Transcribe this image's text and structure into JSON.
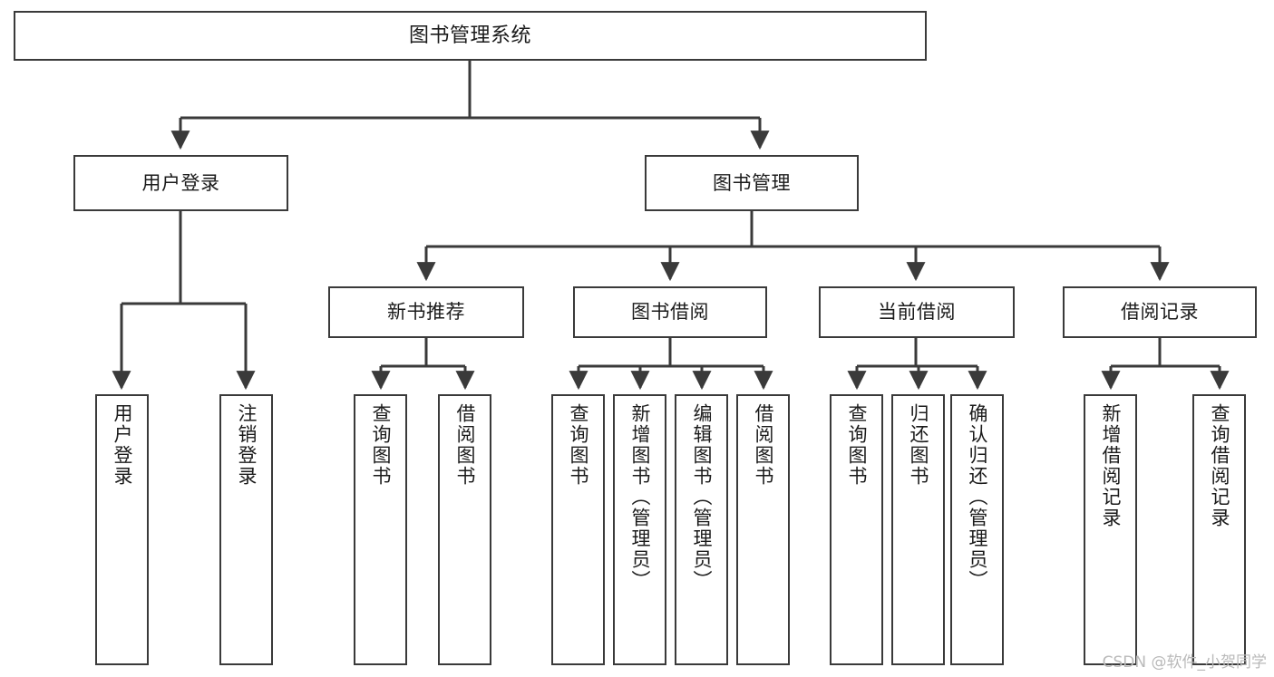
{
  "diagram": {
    "title": "图书管理系统",
    "type": "tree",
    "watermark": "CSDN @软件_小贺同学",
    "colors": {
      "border": "#3a3a3a",
      "background": "#ffffff",
      "text": "#1b1b1b",
      "watermark": "#b9b9b9"
    },
    "root": {
      "label": "图书管理系统"
    },
    "level2": [
      {
        "label": "用户登录"
      },
      {
        "label": "图书管理"
      }
    ],
    "level3": [
      {
        "label": "新书推荐"
      },
      {
        "label": "图书借阅"
      },
      {
        "label": "当前借阅"
      },
      {
        "label": "借阅记录"
      }
    ],
    "leaves": {
      "user_login": [
        {
          "label": "用户登录"
        },
        {
          "label": "注销登录"
        }
      ],
      "new_book": [
        {
          "label": "查询图书"
        },
        {
          "label": "借阅图书"
        }
      ],
      "book_borrow": [
        {
          "label": "查询图书"
        },
        {
          "label": "新增图书（管理员）"
        },
        {
          "label": "编辑图书（管理员）"
        },
        {
          "label": "借阅图书"
        }
      ],
      "current_borrow": [
        {
          "label": "查询图书"
        },
        {
          "label": "归还图书"
        },
        {
          "label": "确认归还（管理员）"
        }
      ],
      "borrow_record": [
        {
          "label": "新增借阅记录"
        },
        {
          "label": "查询借阅记录"
        }
      ]
    }
  }
}
